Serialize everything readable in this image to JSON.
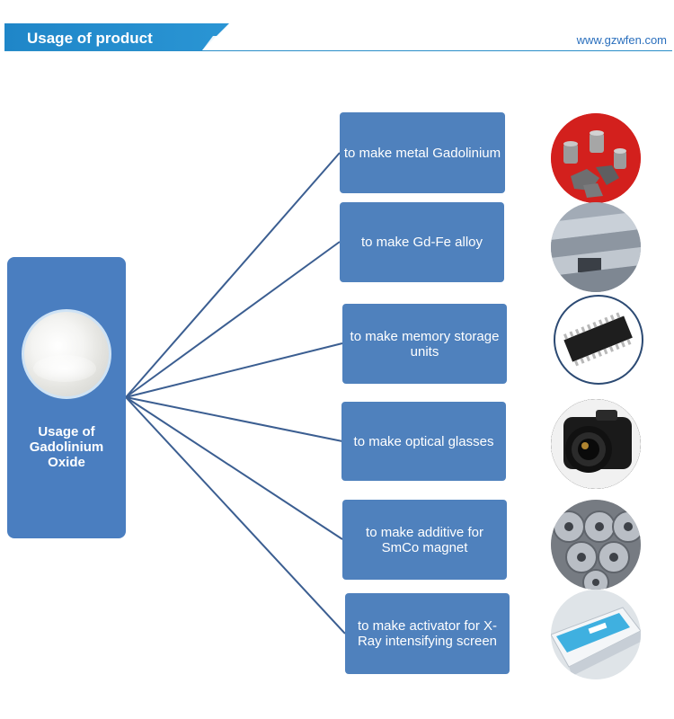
{
  "header": {
    "title": "Usage of product",
    "url": "www.gzwfen.com"
  },
  "main": {
    "label": "Usage of\nGadolinium\nOxide",
    "image_icon": "gadolinium-oxide-powder"
  },
  "usages": [
    {
      "label": "to make metal Gadolinium",
      "icon": "metal-gadolinium-pieces"
    },
    {
      "label": "to make Gd-Fe alloy",
      "icon": "alloy-ingots"
    },
    {
      "label": "to make memory storage units",
      "icon": "memory-chip"
    },
    {
      "label": "to make optical glasses",
      "icon": "camera-lens"
    },
    {
      "label": "to make additive for SmCo magnet",
      "icon": "steel-coils"
    },
    {
      "label": "to make activator for X-Ray intensifying screen",
      "icon": "xray-screen"
    }
  ],
  "colors": {
    "box": "#4f81bd",
    "header": "#2a8ec9",
    "line": "#3b5e91"
  }
}
